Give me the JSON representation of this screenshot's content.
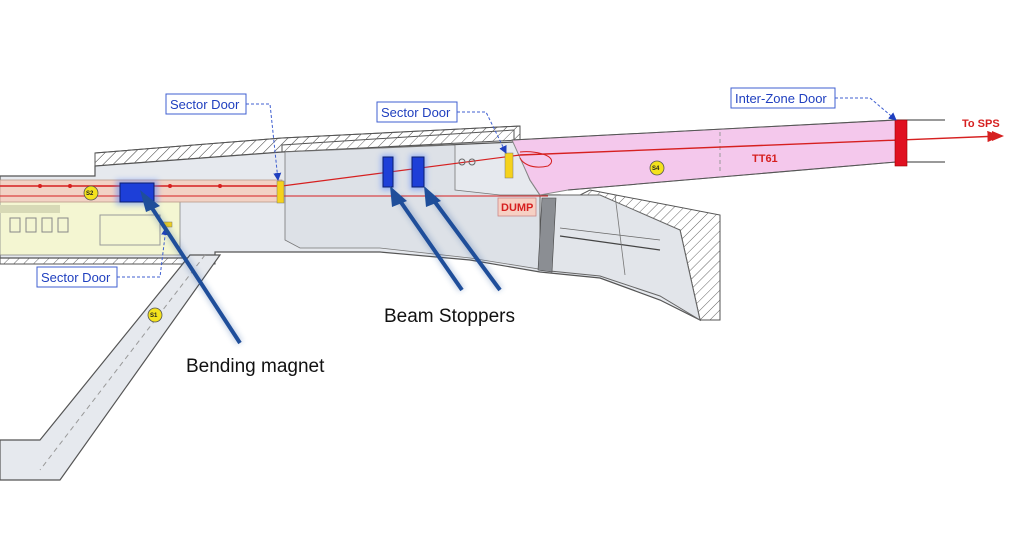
{
  "labels": {
    "sector_door_1": "Sector Door",
    "sector_door_2": "Sector Door",
    "sector_door_3": "Sector Door",
    "inter_zone_door": "Inter-Zone Door",
    "to_sps": "To SPS",
    "tt61": "TT61",
    "dump": "DUMP",
    "beam_stoppers": "Beam Stoppers",
    "bending_magnet": "Bending magnet"
  },
  "points": {
    "s1": "S1",
    "s2": "S2",
    "s4": "S4"
  },
  "colors": {
    "beam_line": "#d62020",
    "tunnel_fill": "#e6e9ee",
    "tunnel_wall": "#555555",
    "tt61_zone": "#f4c8ec",
    "s2_zone": "#f2d2c4",
    "left_zone": "#f4f6d2",
    "door_yellow": "#f5d21c",
    "inter_zone_door": "#e01020",
    "stopper_blue": "#1d3fd8",
    "arrow_blue": "#1f4e9a",
    "callout_text": "#1f3fbf",
    "point_badge": "#f4e21c"
  },
  "icons": [
    "beam-arrow-icon"
  ]
}
